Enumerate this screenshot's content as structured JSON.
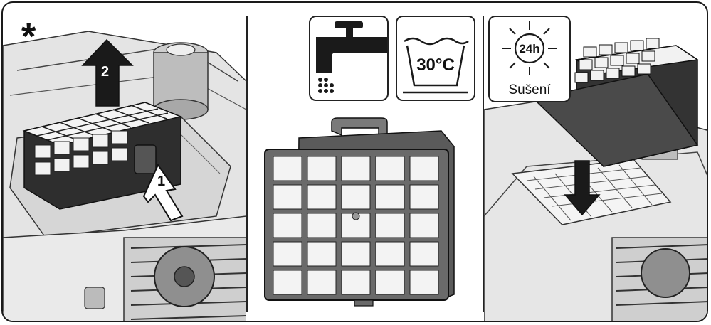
{
  "figure": {
    "asterisk": "*",
    "panel1": {
      "step_1_label": "1",
      "step_2_label": "2"
    },
    "panel2": {
      "temperature_label": "30°C"
    },
    "panel3": {
      "duration_label": "24h",
      "drying_label": "Sušení"
    }
  }
}
